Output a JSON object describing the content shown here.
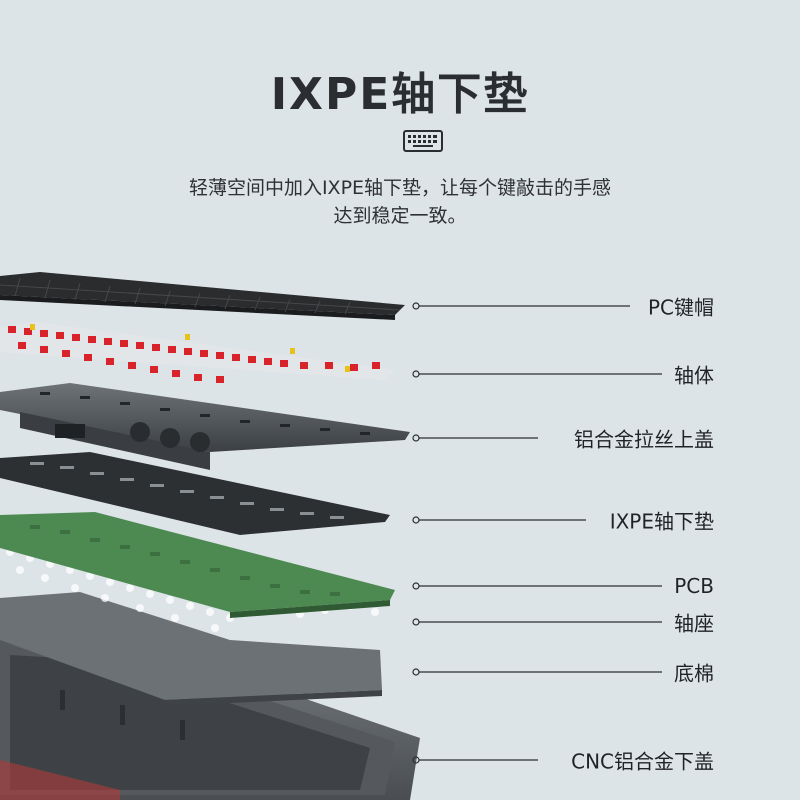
{
  "title": "IXPE轴下垫",
  "icon": "keyboard-icon",
  "description": {
    "line1": "轻薄空间中加入IXPE轴下垫，让每个键敲击的手感",
    "line2": "达到稳定一致。"
  },
  "layers": [
    {
      "label": "PC键帽"
    },
    {
      "label": "轴体"
    },
    {
      "label": "铝合金拉丝上盖"
    },
    {
      "label": "IXPE轴下垫"
    },
    {
      "label": "PCB"
    },
    {
      "label": "轴座"
    },
    {
      "label": "底棉"
    },
    {
      "label": "CNC铝合金下盖"
    }
  ],
  "colors": {
    "background": "#dde4e8",
    "keycap": "#2a2c2e",
    "switch_stem": "#d8232a",
    "pcb": "#4d8a52",
    "line": "#2a2d30"
  }
}
